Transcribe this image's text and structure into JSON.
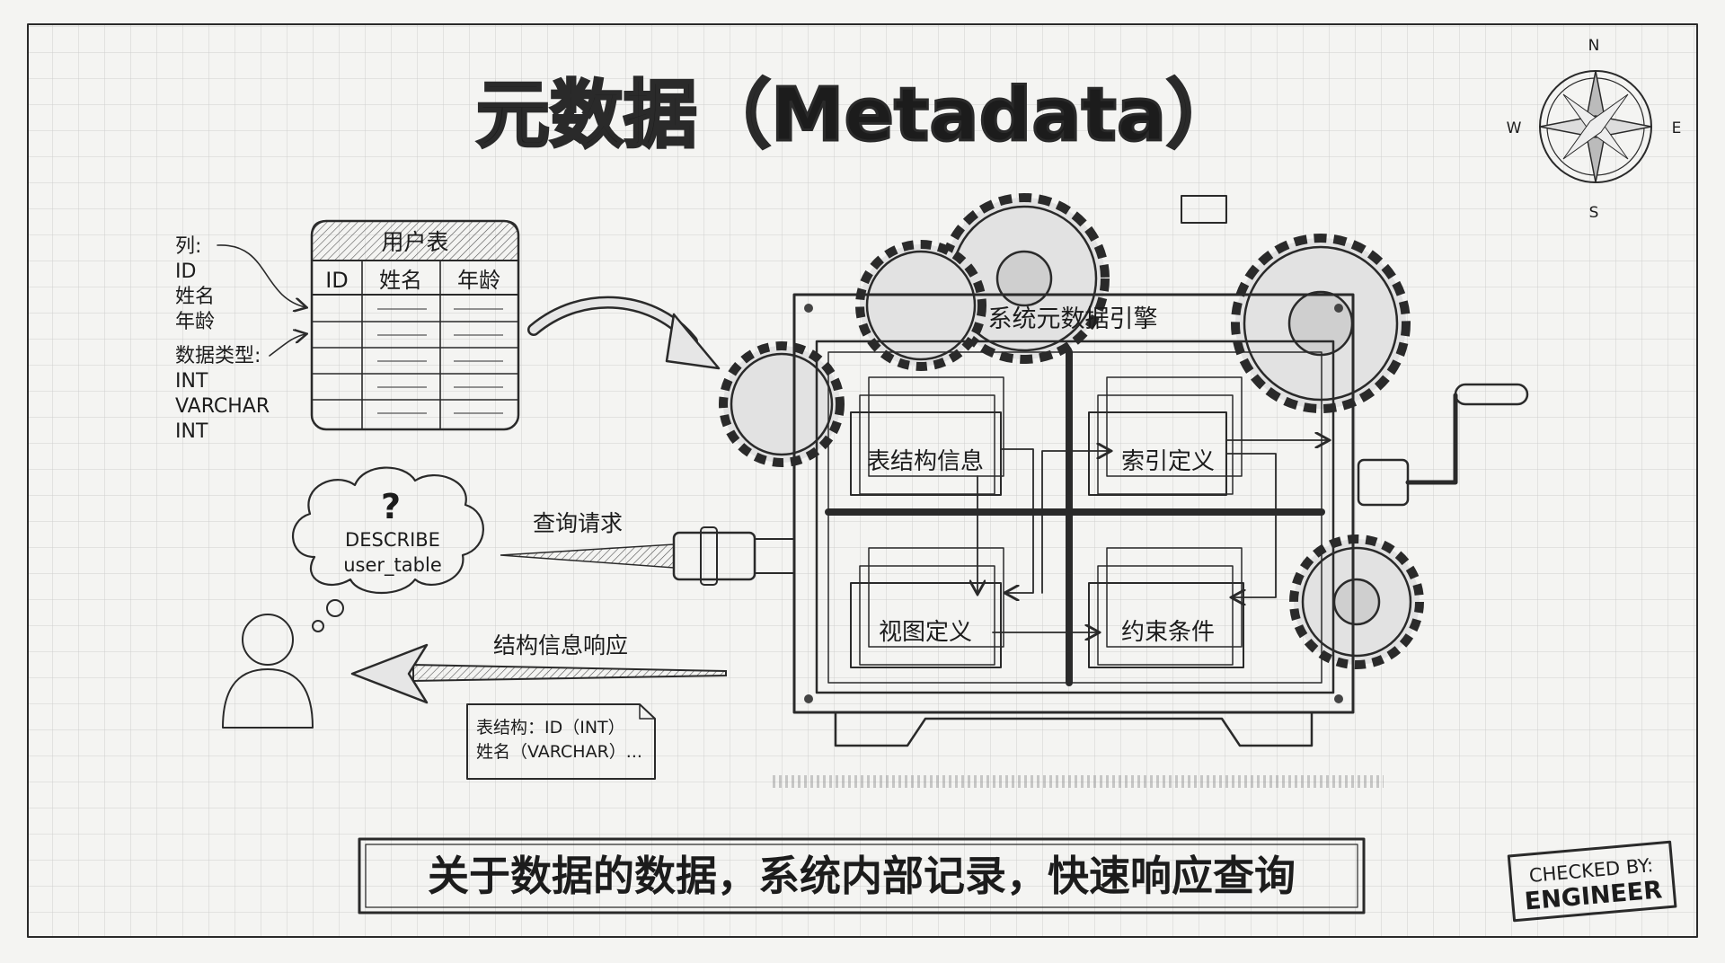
{
  "title": "元数据（Metadata）",
  "compass": {
    "n": "N",
    "s": "S",
    "e": "E",
    "w": "W"
  },
  "left_notes": {
    "columns_label": "列:",
    "columns": [
      "ID",
      "姓名",
      "年龄"
    ],
    "types_label": "数据类型:",
    "types": [
      "INT",
      "VARCHAR",
      "INT"
    ]
  },
  "table": {
    "name": "用户表",
    "headers": [
      "ID",
      "姓名",
      "年龄"
    ]
  },
  "engine": {
    "title": "系统元数据引擎",
    "folders": [
      "表结构信息",
      "索引定义",
      "视图定义",
      "约束条件"
    ]
  },
  "query": {
    "bubble_icon": "?",
    "bubble_lines": [
      "DESCRIBE",
      "user_table"
    ],
    "request_label": "查询请求",
    "response_label": "结构信息响应",
    "response_note": [
      "表结构：ID（INT）",
      "姓名（VARCHAR）..."
    ]
  },
  "banner": "关于数据的数据，系统内部记录，快速响应查询",
  "stamp": {
    "line1": "CHECKED BY:",
    "line2": "ENGINEER"
  },
  "colors": {
    "paper": "#f4f4f2",
    "grid": "#c9c9c9",
    "ink": "#2a2a2a"
  }
}
